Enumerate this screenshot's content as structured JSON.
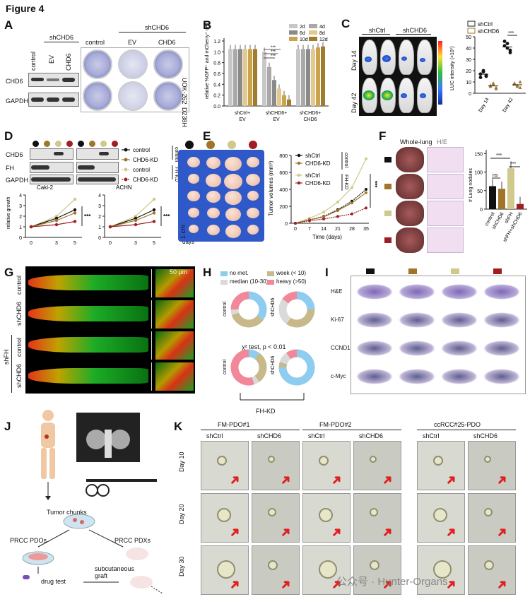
{
  "figure_title": "Figure 4",
  "colors": {
    "black": "#111111",
    "brown": "#a0752a",
    "beige": "#cfc98c",
    "red": "#a11d24",
    "gray_a": "#c7c7c7",
    "gray_b": "#a9a9a9",
    "gray_c": "#8a8a8a",
    "tan_a": "#e3c98b",
    "tan_b": "#c9a34e",
    "tan_c": "#a07d2e"
  },
  "A": {
    "label": "A",
    "header": "shCHD6",
    "lanes": [
      "control",
      "EV",
      "CHD6"
    ],
    "rows": [
      "CHD6",
      "GAPDH"
    ],
    "dish_header": "shCHD6",
    "dish_cols": [
      "control",
      "EV",
      "CHD6"
    ],
    "dish_rows": [
      "UOK-262",
      "D238H"
    ]
  },
  "B": {
    "label": "B",
    "ylabel": "relative %GFP⁺ and mCherry⁺ cells",
    "groups": [
      "shCHD6+ EV",
      "shCHD6+ EV",
      "shCHD6+ CHD6"
    ],
    "group_labels": [
      [
        "shCtrl+",
        "EV"
      ],
      [
        "shCHD6+",
        "EV"
      ],
      [
        "shCHD6+",
        "CHD6"
      ]
    ],
    "legend": [
      "2d",
      "4d",
      "6d",
      "8d",
      "10d",
      "12d"
    ],
    "sig": [
      "***",
      "***",
      "***"
    ],
    "yticks": [
      "0.0",
      "0.2",
      "0.4",
      "0.6",
      "0.8",
      "1.0",
      "1.2"
    ]
  },
  "C": {
    "label": "C",
    "header_left": "shCtrl",
    "header_right": "shCHD6",
    "rows": [
      "Day 14",
      "Day 42"
    ],
    "legend": [
      "shCtrl",
      "shCHD6"
    ],
    "ylabel": "LUC intensity (×10⁷)",
    "xlabels": [
      "Day 14",
      "Day 42"
    ],
    "yticks": [
      "0",
      "10",
      "20",
      "30",
      "40",
      "50"
    ],
    "sig": "***"
  },
  "D": {
    "label": "D",
    "rows": [
      "CHD6",
      "FH",
      "GAPDH"
    ],
    "legend": [
      "control",
      "CHD6-KD",
      "control",
      "CHD6-KD"
    ],
    "group_labels": [
      "control",
      "FH-KD"
    ],
    "plots": [
      "Caki-2",
      "ACHN"
    ],
    "ylabel": "relative growth",
    "xunit": "days",
    "xticks": [
      "0",
      "3",
      "5"
    ],
    "sig": "***"
  },
  "E": {
    "label": "E",
    "scale": "1 cm",
    "legend": [
      "shCtrl",
      "CHD6-KD",
      "shCtrl",
      "CHD6-KD"
    ],
    "group_labels": [
      "control",
      "FH-KD"
    ],
    "ylabel": "Tumor volumes (mm³)",
    "xlabel": "Time (days)",
    "xticks": [
      "0",
      "7",
      "14",
      "21",
      "28",
      "35"
    ],
    "yticks": [
      "0",
      "200",
      "400",
      "600",
      "800"
    ],
    "sig": "***"
  },
  "F": {
    "label": "F",
    "col_labels": [
      "Whole-lung",
      "H/E"
    ],
    "ylabel": "# Lung nodules",
    "xlabels": [
      "control",
      "shCHD6",
      "shFH",
      "shFH+shCHD6"
    ],
    "yticks": [
      "0",
      "50",
      "100",
      "150"
    ],
    "sig": [
      "ns",
      "***",
      "***"
    ]
  },
  "G": {
    "label": "G",
    "scale": "50 μm",
    "rows": [
      "control",
      "shCHD6",
      "control",
      "shCHD6"
    ],
    "group": "shFH"
  },
  "H": {
    "label": "H",
    "legend": [
      "no met.",
      "week (< 10)",
      "median (10-30)",
      "heavy (>50)"
    ],
    "legend_colors": [
      "#8ecdf0",
      "#c8b98a",
      "#dadada",
      "#f2879a"
    ],
    "donut_labels": [
      "control",
      "shCHD6",
      "control",
      "shCHD6"
    ],
    "stat": "χ² test, p < 0.01",
    "group": "FH-KD"
  },
  "I": {
    "label": "I",
    "rows": [
      "H&E",
      "Ki-67",
      "CCND1",
      "c-Myc"
    ]
  },
  "J": {
    "label": "J",
    "steps": [
      "Tumor chunks",
      "PRCC PDOs",
      "PRCC PDXs",
      "subcutaneous graft",
      "drug test"
    ]
  },
  "K": {
    "label": "K",
    "groups": [
      "FM-PDO#1",
      "FM-PDO#2",
      "ccRCC#25-PDO"
    ],
    "cols": [
      "shCtrl",
      "shCHD6"
    ],
    "rows": [
      "Day 10",
      "Day 20",
      "Day 30"
    ],
    "watermark": "公众号 · Hunter-Organs"
  }
}
